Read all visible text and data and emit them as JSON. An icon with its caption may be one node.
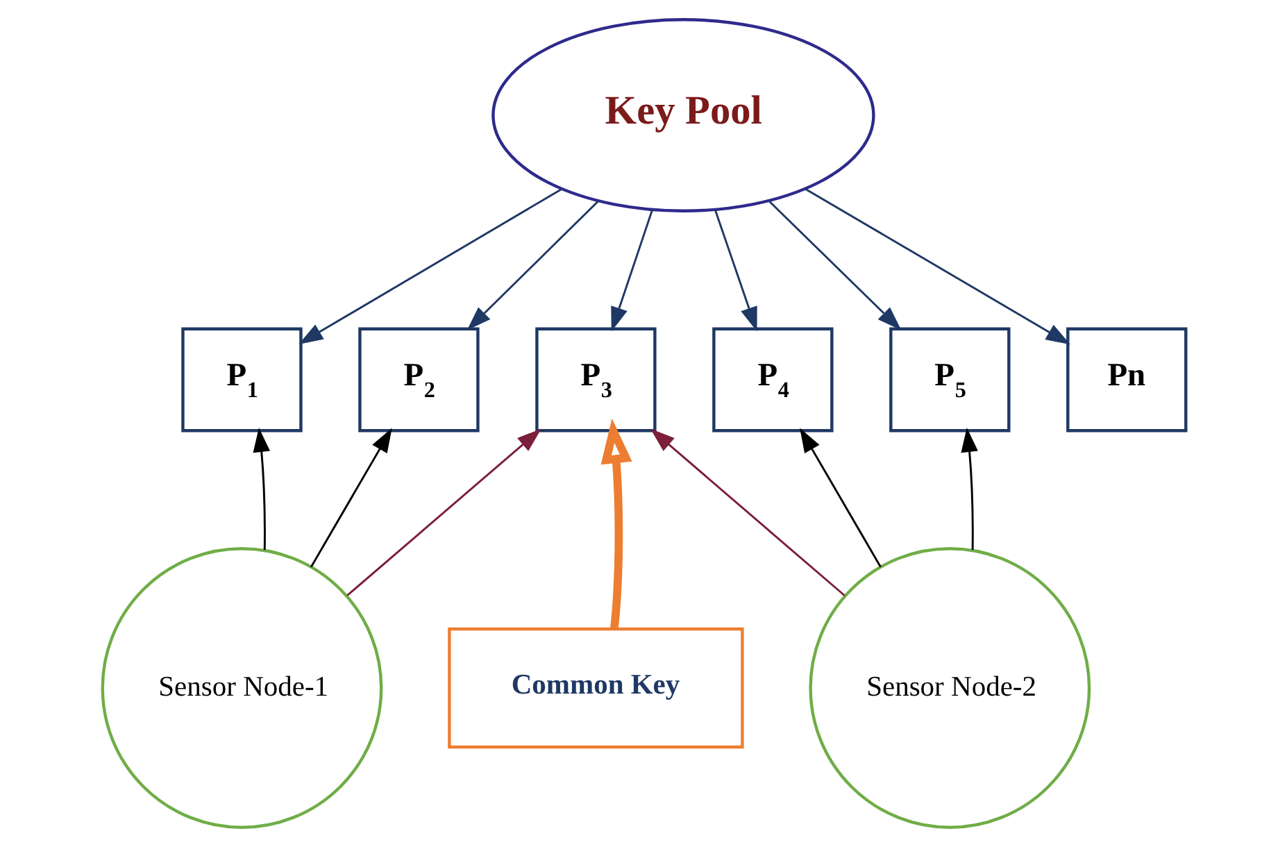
{
  "diagram": {
    "nodes": [
      {
        "text": [
          "Key Pool"
        ]
      },
      {
        "text": [
          "P$_{1}$"
        ]
      },
      {
        "text": [
          "P$_{2}$"
        ]
      },
      {
        "text": [
          "P$_{3}$"
        ]
      },
      {
        "text": [
          "P$_{4}$"
        ]
      },
      {
        "text": [
          "P$_{5}$"
        ]
      },
      {
        "text": [
          "Pn"
        ]
      },
      {
        "text": [
          "Sensor Node-1"
        ]
      },
      {
        "text": [
          "Sensor Node-2"
        ]
      },
      {
        "text": [
          "Common Key"
        ]
      }
    ],
    "edges": [
      {
        "from": 0,
        "to": 1,
        "arrow": "to",
        "color": "#1f3864"
      },
      {
        "from": 0,
        "to": 2,
        "arrow": "to",
        "color": "#1f3864"
      },
      {
        "from": 0,
        "to": 3,
        "arrow": "to",
        "color": "#1f3864"
      },
      {
        "from": 0,
        "to": 4,
        "arrow": "to",
        "color": "#1f3864"
      },
      {
        "from": 0,
        "to": 5,
        "arrow": "to",
        "color": "#1f3864"
      },
      {
        "from": 0,
        "to": 6,
        "arrow": "to",
        "color": "#1f3864"
      },
      {
        "from": 7,
        "to": 1,
        "arrow": "to",
        "color": "#000000"
      },
      {
        "from": 7,
        "to": 2,
        "arrow": "to",
        "color": "#000000"
      },
      {
        "from": 7,
        "to": 3,
        "arrow": "to",
        "color": "#7b1f3a"
      },
      {
        "from": 8,
        "to": 3,
        "arrow": "to",
        "color": "#7b1f3a"
      },
      {
        "from": 8,
        "to": 4,
        "arrow": "to",
        "color": "#000000"
      },
      {
        "from": 8,
        "to": 5,
        "arrow": "to",
        "color": "#000000"
      },
      {
        "from": 9,
        "to": 3,
        "arrow": "to",
        "style": "thick",
        "color": "#ed7d31"
      }
    ]
  }
}
